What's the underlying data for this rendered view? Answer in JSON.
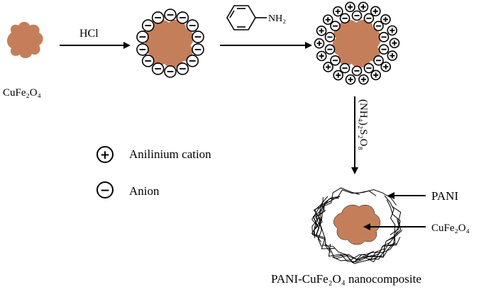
{
  "labels": {
    "step1_reagent": "HCl",
    "step2_reagent_group": "NH₂",
    "step3_reagent": "(NH₄)₂S₂O₈",
    "start_material": "CuFe₂O₄",
    "legend_cation": "Anilinium cation",
    "legend_anion": "Anion",
    "annot_pani": "PANI",
    "annot_core": "CuFe₂O₄",
    "product": "PANI-CuFe₂O₄ nanocomposite"
  },
  "legend": {
    "cation_symbol": "+",
    "anion_symbol": "−"
  },
  "colors": {
    "core_fill": "#c47f5a",
    "ink": "#000000"
  }
}
